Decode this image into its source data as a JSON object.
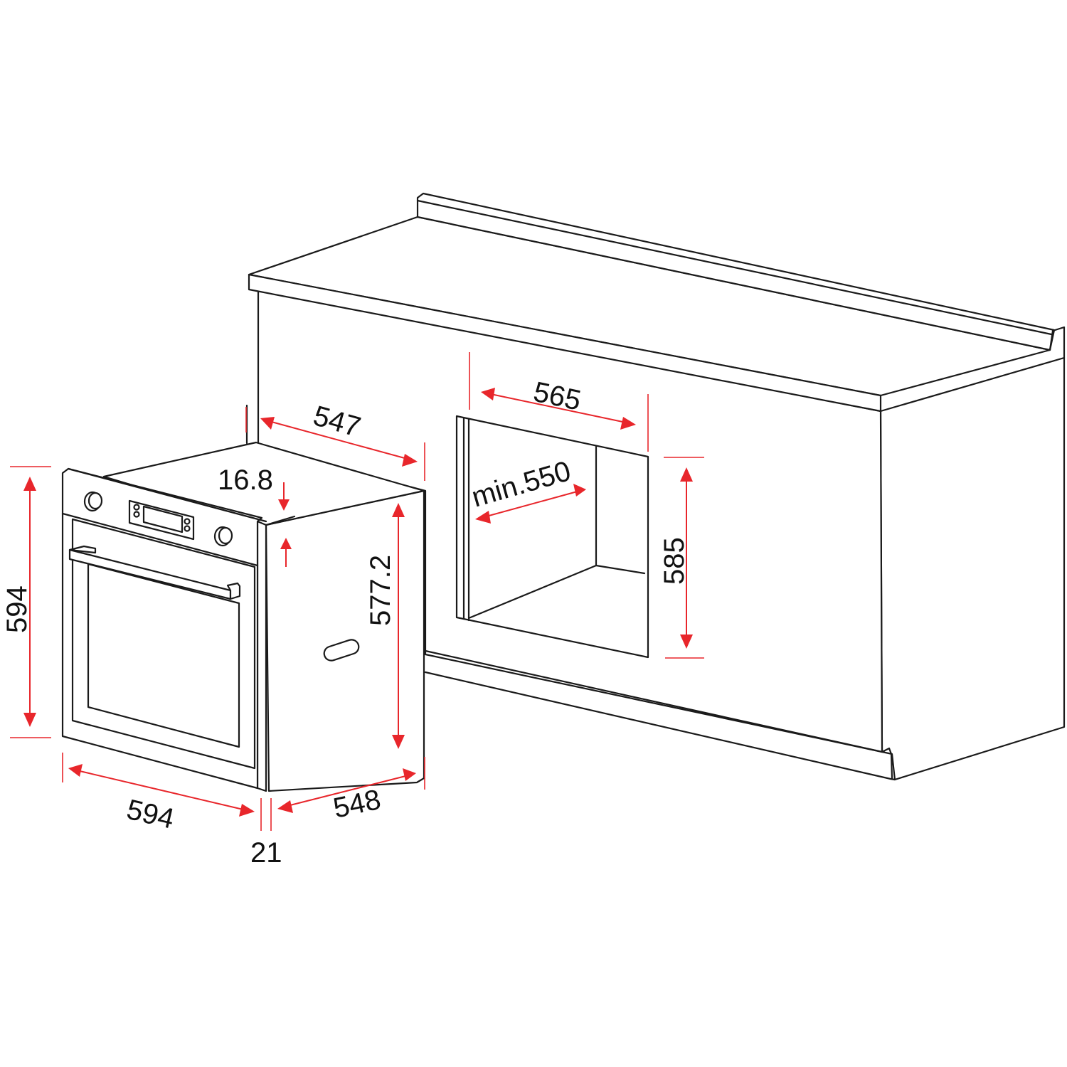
{
  "diagram": {
    "subject": "Built-in oven installation dimensions",
    "units": "mm",
    "colors": {
      "line": "#1a1a1a",
      "dimension": "#e8262b",
      "background": "#ffffff"
    },
    "oven": {
      "front_height": {
        "label": "594"
      },
      "front_width": {
        "label": "594"
      },
      "depth_top": {
        "label": "547"
      },
      "depth_bottom": {
        "label": "548"
      },
      "frame_step": {
        "label": "16.8"
      },
      "body_height": {
        "label": "577.2"
      },
      "front_panel_thickness": {
        "label": "21"
      }
    },
    "cabinet_cutout": {
      "width": {
        "label": "565"
      },
      "height": {
        "label": "585"
      },
      "min_depth": {
        "label": "min.550"
      }
    }
  }
}
